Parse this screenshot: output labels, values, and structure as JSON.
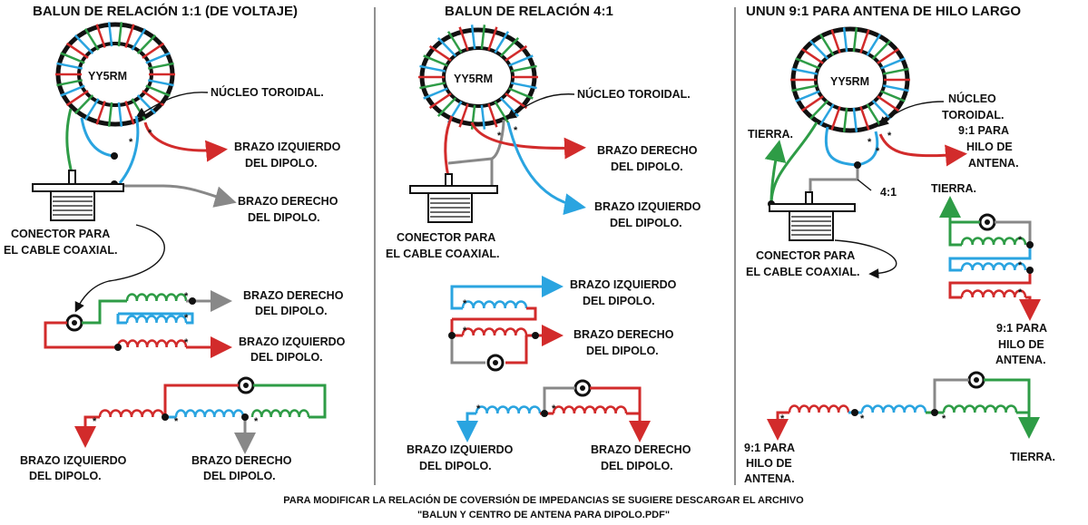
{
  "colors": {
    "red": "#d22b2b",
    "blue": "#2aa4e0",
    "green": "#2e9c46",
    "gray": "#888888",
    "black": "#111111"
  },
  "panel1": {
    "title": "BALUN DE RELACIÓN 1:1 (DE VOLTAJE)",
    "core_mark": "YY5RM",
    "core_label": "NÚCLEO TOROIDAL.",
    "left_arm": [
      "BRAZO IZQUIERDO",
      "DEL DIPOLO."
    ],
    "right_arm": [
      "BRAZO DERECHO",
      "DEL DIPOLO."
    ],
    "connector": [
      "CONECTOR PARA",
      "EL CABLE COAXIAL."
    ],
    "sch1_right": [
      "BRAZO DERECHO",
      "DEL DIPOLO."
    ],
    "sch1_left": [
      "BRAZO IZQUIERDO",
      "DEL DIPOLO."
    ],
    "sch2_left": [
      "BRAZO IZQUIERDO",
      "DEL DIPOLO."
    ],
    "sch2_right": [
      "BRAZO DERECHO",
      "DEL DIPOLO."
    ]
  },
  "panel2": {
    "title": "BALUN DE RELACIÓN 4:1",
    "core_mark": "YY5RM",
    "core_label": "NÚCLEO TOROIDAL.",
    "right_arm": [
      "BRAZO DERECHO",
      "DEL DIPOLO."
    ],
    "left_arm": [
      "BRAZO IZQUIERDO",
      "DEL DIPOLO."
    ],
    "connector": [
      "CONECTOR PARA",
      "EL CABLE COAXIAL."
    ],
    "sch1_left": [
      "BRAZO IZQUIERDO",
      "DEL DIPOLO."
    ],
    "sch1_right": [
      "BRAZO DERECHO",
      "DEL DIPOLO."
    ],
    "sch2_left": [
      "BRAZO IZQUIERDO",
      "DEL DIPOLO."
    ],
    "sch2_right": [
      "BRAZO DERECHO",
      "DEL DIPOLO."
    ]
  },
  "panel3": {
    "title": "UNUN 9:1 PARA ANTENA DE HILO LARGO",
    "core_mark": "YY5RM",
    "core_label": [
      "NÚCLEO",
      "TOROIDAL."
    ],
    "ground": "TIERRA.",
    "wire": [
      "9:1 PARA",
      "HILO DE",
      "ANTENA."
    ],
    "ratio": "4:1",
    "connector": [
      "CONECTOR PARA",
      "EL CABLE COAXIAL."
    ],
    "sch1_ground": "TIERRA.",
    "sch1_wire": [
      "9:1 PARA",
      "HILO DE",
      "ANTENA."
    ],
    "sch2_wire": [
      "9:1 PARA",
      "HILO DE",
      "ANTENA."
    ],
    "sch2_ground": "TIERRA."
  },
  "winding_marker": "*",
  "footer": [
    "PARA MODIFICAR LA RELACIÓN DE COVERSIÓN DE IMPEDANCIAS SE SUGIERE DESCARGAR EL ARCHIVO",
    "\"BALUN Y CENTRO DE ANTENA PARA DIPOLO.PDF\""
  ]
}
